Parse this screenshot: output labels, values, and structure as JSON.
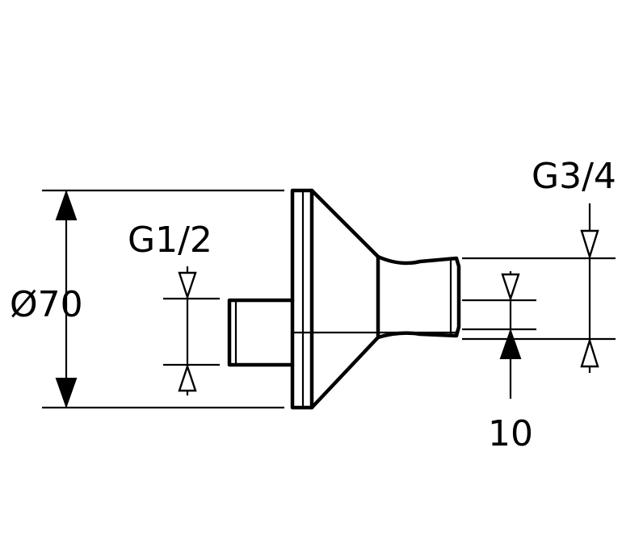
{
  "dimensions": {
    "overall_diameter": "Ø70",
    "inlet_thread": "G1/2",
    "outlet_thread": "G3/4",
    "offset": "10"
  }
}
